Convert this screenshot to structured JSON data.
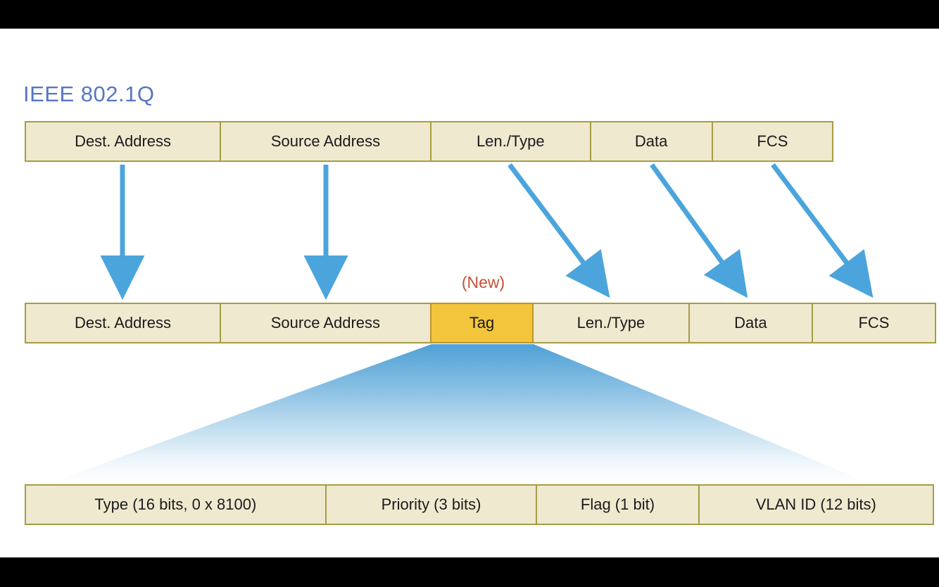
{
  "slide": {
    "title": "IEEE 802.1Q",
    "new_annotation": "(New)"
  },
  "frame_original": {
    "fields": [
      "Dest. Address",
      "Source Address",
      "Len./Type",
      "Data",
      "FCS"
    ]
  },
  "frame_tagged": {
    "fields": [
      "Dest. Address",
      "Source Address",
      "Tag",
      "Len./Type",
      "Data",
      "FCS"
    ],
    "highlighted_field": "Tag"
  },
  "tag_detail": {
    "fields": [
      "Type (16 bits, 0 x 8100)",
      "Priority (3 bits)",
      "Flag (1 bit)",
      "VLAN ID (12 bits)"
    ]
  },
  "colors": {
    "title_blue": "#5577C1",
    "new_red": "#C75038",
    "arrow_blue": "#4BA5DC",
    "box_fill": "#EFE9D0",
    "box_border": "#A89C44",
    "tag_fill": "#F2C53D",
    "tag_border": "#BD962A",
    "letterbox_black": "#000000"
  }
}
